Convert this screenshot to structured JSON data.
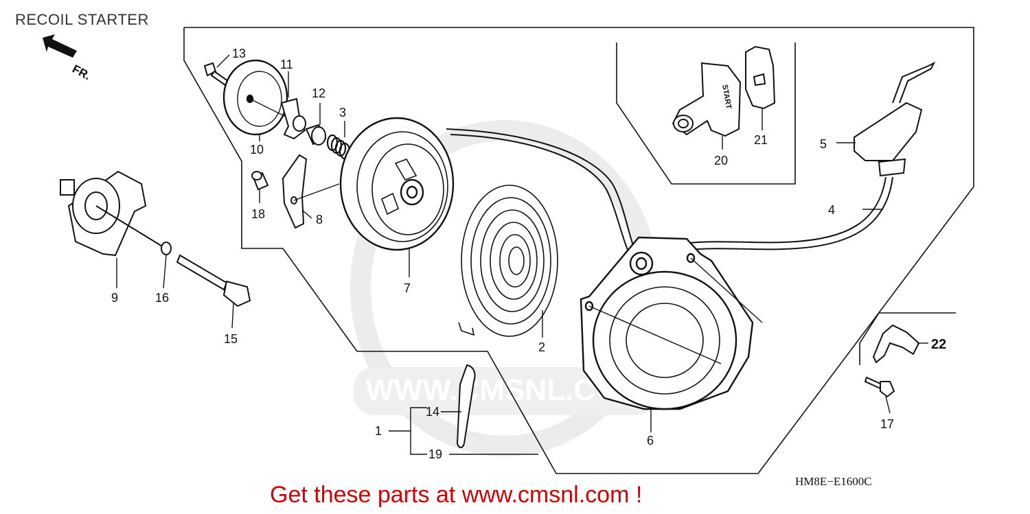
{
  "diagram": {
    "title": "RECOIL STARTER",
    "direction_label": "FR.",
    "reference_code": "HM8E−E1600C",
    "promo_text": "Get these parts at www.cmsnl.com !",
    "watermark_text": "WWW.CMSNL.COM",
    "handle_text": "START",
    "callouts": {
      "c1": "1",
      "c2": "2",
      "c3": "3",
      "c4": "4",
      "c5": "5",
      "c6": "6",
      "c7": "7",
      "c8": "8",
      "c9": "9",
      "c10": "10",
      "c11": "11",
      "c12": "12",
      "c13": "13",
      "c14": "14",
      "c15": "15",
      "c16": "16",
      "c17": "17",
      "c18": "18",
      "c19": "19",
      "c20": "20",
      "c21": "21",
      "c22": "22"
    }
  },
  "colors": {
    "line": "#111111",
    "title": "#333333",
    "promo": "#d40000",
    "watermark": "#d8d8d8"
  }
}
